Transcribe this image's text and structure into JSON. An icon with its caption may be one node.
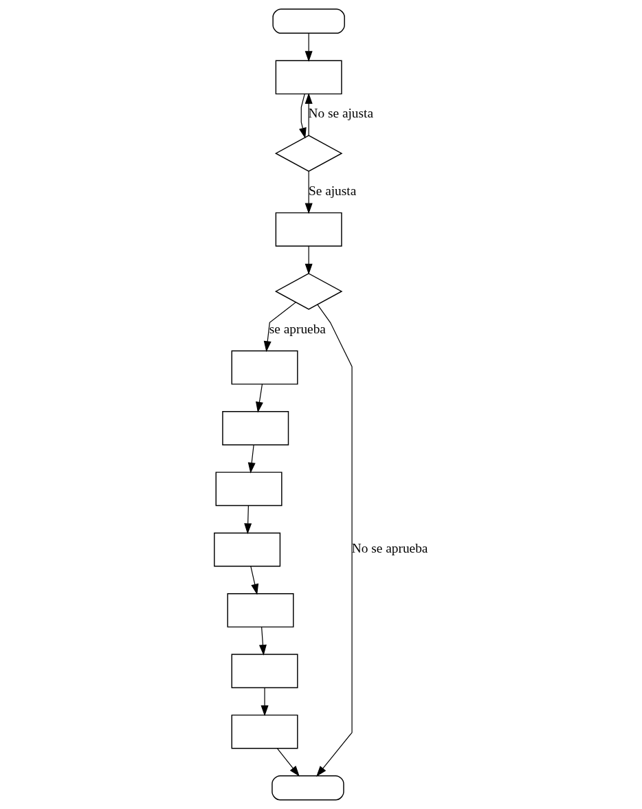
{
  "diagram": {
    "nodes": [
      {
        "text": [],
        "shape": "oval"
      },
      {
        "text": [],
        "shape": "box"
      },
      {
        "text": [],
        "shape": "diamond"
      },
      {
        "text": [],
        "shape": "box"
      },
      {
        "text": [],
        "shape": "diamond"
      },
      {
        "text": [],
        "shape": "box"
      },
      {
        "text": [],
        "shape": "box"
      },
      {
        "text": [],
        "shape": "box"
      },
      {
        "text": [],
        "shape": "box"
      },
      {
        "text": [],
        "shape": "box"
      },
      {
        "text": [],
        "shape": "box"
      },
      {
        "text": [],
        "shape": "box"
      },
      {
        "text": [],
        "shape": "oval"
      }
    ],
    "edges": [
      {
        "from": 0,
        "to": 1,
        "arrow": "to"
      },
      {
        "from": 1,
        "to": 2,
        "arrow": "to"
      },
      {
        "from": 2,
        "to": 1,
        "arrow": "to",
        "label": "No se ajusta"
      },
      {
        "from": 2,
        "to": 3,
        "arrow": "to",
        "label": "Se ajusta"
      },
      {
        "from": 3,
        "to": 4,
        "arrow": "to"
      },
      {
        "from": 4,
        "to": 5,
        "arrow": "to",
        "label": "se aprueba"
      },
      {
        "from": 5,
        "to": 6,
        "arrow": "to"
      },
      {
        "from": 6,
        "to": 7,
        "arrow": "to"
      },
      {
        "from": 7,
        "to": 8,
        "arrow": "to"
      },
      {
        "from": 8,
        "to": 9,
        "arrow": "to"
      },
      {
        "from": 9,
        "to": 10,
        "arrow": "to"
      },
      {
        "from": 10,
        "to": 11,
        "arrow": "to"
      },
      {
        "from": 11,
        "to": 12,
        "arrow": "to"
      },
      {
        "from": 4,
        "to": 12,
        "arrow": "to",
        "label": "No se aprueba"
      }
    ]
  }
}
